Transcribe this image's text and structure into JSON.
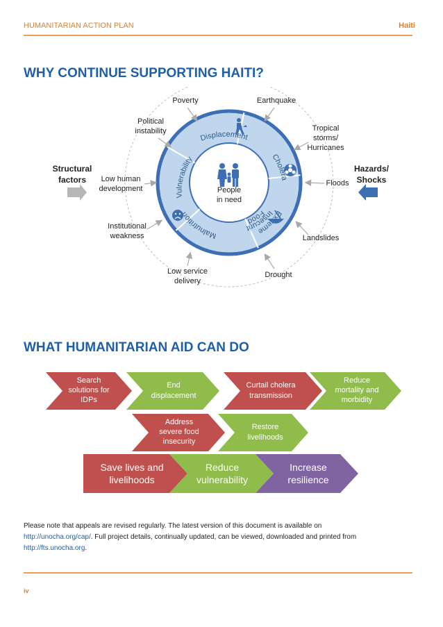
{
  "header": {
    "left": "HUMANITARIAN ACTION PLAN",
    "right": "Haiti"
  },
  "sections": {
    "why": "WHY CONTINUE SUPPORTING HAITI?",
    "what": "WHAT HUMANITARIAN AID CAN DO"
  },
  "diagram": {
    "center": [
      "People",
      "in need"
    ],
    "segments": [
      "Displacement",
      "Cholera",
      "Extreme",
      "Food",
      "Insecurity",
      "Malnutrition",
      "Vulnerability"
    ],
    "structural": {
      "title": [
        "Structural",
        "factors"
      ],
      "causes": {
        "poverty": "Poverty",
        "political": [
          "Political",
          "instability"
        ],
        "low_human": [
          "Low human",
          "development"
        ],
        "institutional": [
          "Institutional",
          "weakness"
        ],
        "low_service": [
          "Low service",
          "delivery"
        ]
      }
    },
    "hazards": {
      "title": [
        "Hazards/",
        "Shocks"
      ],
      "causes": {
        "earthquake": "Earthquake",
        "tropical": [
          "Tropical",
          "storms/",
          "Hurricanes"
        ],
        "floods": "Floods",
        "landslides": "Landslides",
        "drought": "Drought"
      }
    },
    "colors": {
      "ring": "#b9d3ea",
      "ring_light": "#e9f1f9",
      "accent": "#3d6fb4",
      "arrow_grey": "#b7b7b7"
    }
  },
  "actions": {
    "row1": [
      {
        "lines": [
          "Search",
          "solutions for",
          "IDPs"
        ],
        "color": "#c0504d"
      },
      {
        "lines": [
          "End",
          "displacement"
        ],
        "color": "#8fbc4a"
      },
      {
        "lines": [
          "Curtail cholera",
          "transmission"
        ],
        "color": "#c0504d"
      },
      {
        "lines": [
          "Reduce",
          "mortality and",
          "morbidity"
        ],
        "color": "#8fbc4a"
      }
    ],
    "row2": [
      {
        "lines": [
          "Address",
          "severe food",
          "insecurity"
        ],
        "color": "#c0504d"
      },
      {
        "lines": [
          "Restore",
          "livelihoods"
        ],
        "color": "#8fbc4a"
      }
    ],
    "row3": [
      {
        "lines": [
          "Save lives and",
          "livelihoods"
        ],
        "color": "#c0504d"
      },
      {
        "lines": [
          "Reduce",
          "vulnerability"
        ],
        "color": "#8fbc4a"
      },
      {
        "lines": [
          "Increase",
          "resilience"
        ],
        "color": "#8064a2"
      }
    ]
  },
  "note": {
    "line1": "Please note that appeals are revised regularly. The latest version of this document is available on",
    "link1": "http://unocha.org/cap/",
    "line2": ".   Full project details, continually updated, can be viewed, downloaded and printed from",
    "link2": "http://fts.unocha.org",
    "end": "."
  },
  "page_number": "iv"
}
